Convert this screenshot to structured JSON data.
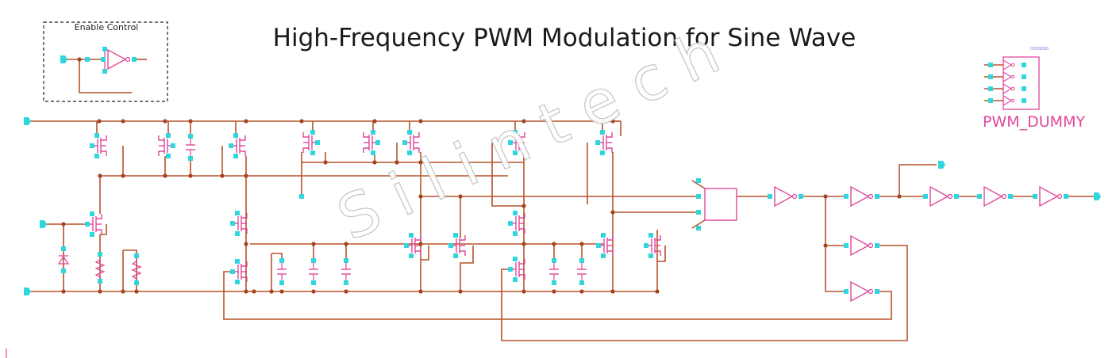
{
  "diagram": {
    "title": "High-Frequency PWM Modulation for Sine Wave",
    "enable_box_label": "Enable Control",
    "dummy_block_label": "PWM_DUMMY",
    "dummy_block_mini_label": "DDDDDD",
    "watermark": "Silintech"
  },
  "colors": {
    "wire": "#b5532a",
    "node": "#2fd6dd",
    "component": "#e0479a",
    "junction": "#a8431f",
    "box": "#222222"
  }
}
